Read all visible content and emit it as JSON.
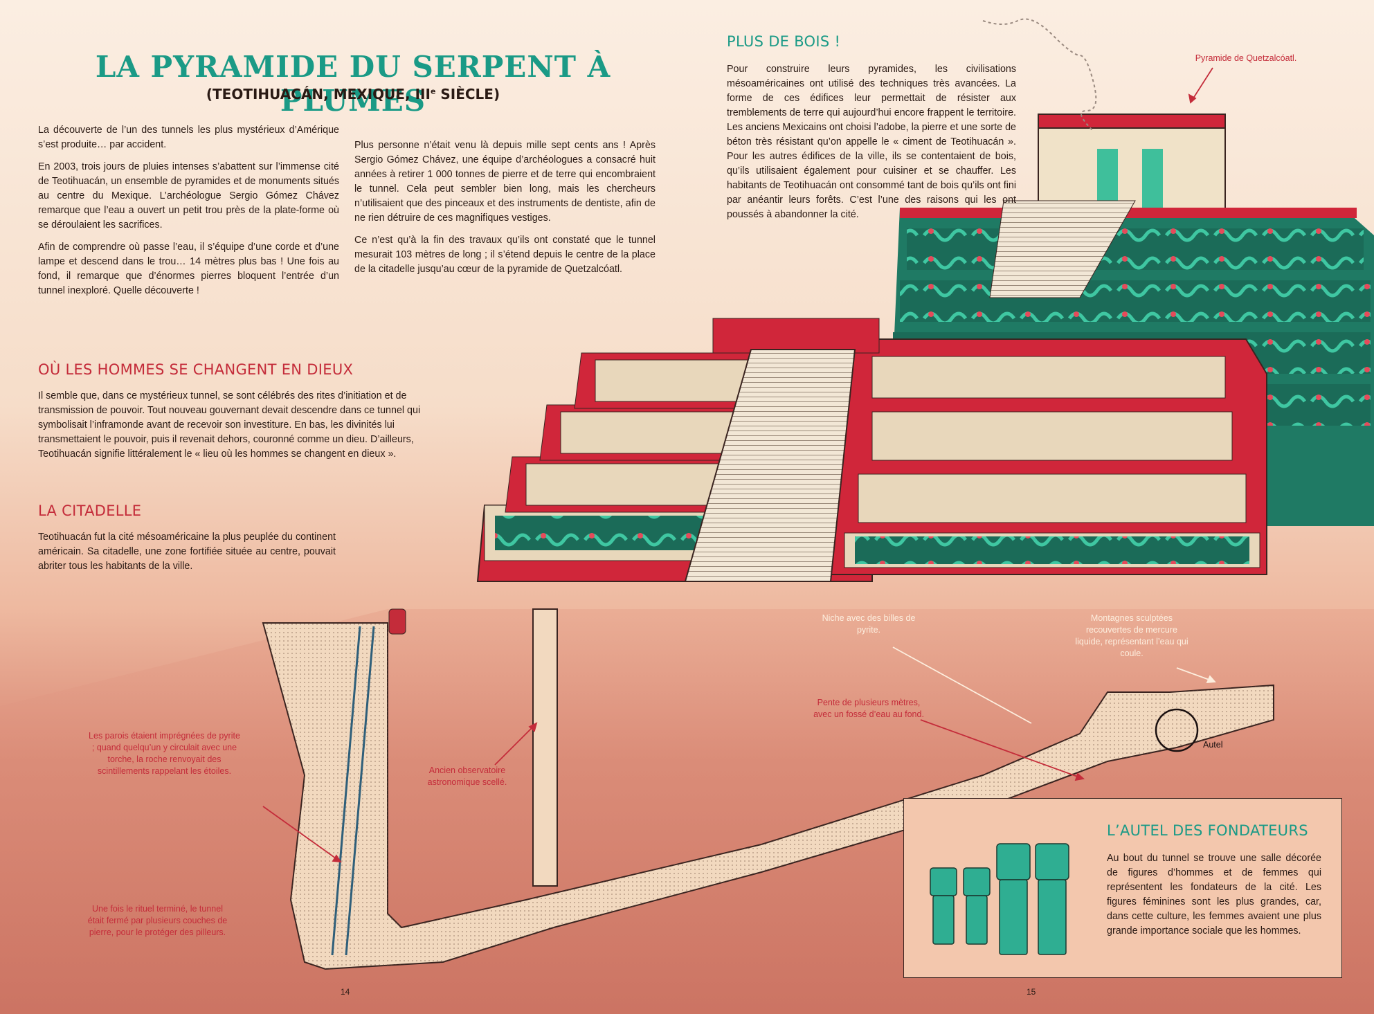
{
  "header": {
    "title": "LA PYRAMIDE DU SERPENT À PLUMES",
    "subtitle_main": "(TEOTIHUACÁN, MEXIQUE, III",
    "subtitle_sup": "e",
    "subtitle_end": " SIÈCLE)"
  },
  "intro_col1": [
    "La découverte de l’un des tunnels les plus mystérieux d’Amérique s’est produite… par accident.",
    "En 2003, trois jours de pluies intenses s’abattent sur l’immense cité de Teotihuacán, un ensemble de pyramides et de monuments situés au centre du Mexique. L’archéologue Sergio Gómez Chávez remarque que l’eau a ouvert un petit trou près de la plate-forme où se déroulaient les sacrifices.",
    "Afin de comprendre où passe l’eau, il s’équipe d’une corde et d’une lampe et descend dans le trou… 14 mètres plus bas ! Une fois au fond, il remarque que d’énormes pierres bloquent l’entrée d’un tunnel inexploré. Quelle découverte !"
  ],
  "intro_col2": [
    "Plus personne n’était venu là depuis mille sept cents ans ! Après Sergio Gómez Chávez, une équipe d’archéologues a consacré huit années à retirer 1 000 tonnes de pierre et de terre qui encombraient le tunnel. Cela peut sembler bien long, mais les chercheurs n’utilisaient que des pinceaux et des instruments de dentiste, afin de ne rien détruire de ces magnifiques vestiges.",
    "Ce n’est qu’à la fin des travaux qu’ils ont constaté que le tunnel mesurait 103 mètres de long ; il s’étend depuis le centre de la place de la citadelle jusqu’au cœur de la pyramide de Quetzalcóatl."
  ],
  "sections": {
    "dieux": {
      "heading": "OÙ LES HOMMES SE CHANGENT EN DIEUX",
      "text": "Il semble que, dans ce mystérieux tunnel, se sont célébrés des rites d’initiation et de transmission de pouvoir. Tout nouveau gouvernant devait descendre dans ce tunnel qui symbolisait l’inframonde avant de recevoir son investiture. En bas, les divinités lui transmettaient le pouvoir, puis il revenait dehors, couronné comme un dieu. D’ailleurs, Teotihuacán signifie littéralement le « lieu où les hommes se changent en dieux »."
    },
    "citadelle": {
      "heading": "LA CITADELLE",
      "text": "Teotihuacán fut la cité mésoaméricaine la plus peuplée du continent américain. Sa citadelle, une zone fortifiée située au centre, pouvait abriter tous les habitants de la ville."
    },
    "bois": {
      "heading": "PLUS DE BOIS !",
      "text": "Pour construire leurs pyramides, les civilisations mésoaméricaines ont utilisé des techniques très avancées. La forme de ces édifices leur permettait de résister aux tremblements de terre qui aujourd’hui encore frappent le territoire. Les anciens Mexicains ont choisi l’adobe, la pierre et une sorte de béton très résistant qu’on appelle le « ciment de Teotihuacán ». Pour les autres édifices de la ville, ils se contentaient de bois, qu’ils utilisaient également pour cuisiner et se chauffer. Les habitants de Teotihuacán ont consommé tant de bois qu’ils ont fini par anéantir leurs forêts. C’est l’une des raisons qui les ont poussés à abandonner la cité."
    },
    "autel": {
      "heading": "L’AUTEL DES FONDATEURS",
      "text": "Au bout du tunnel se trouve une salle décorée de figures d’hommes et de femmes qui représentent les fondateurs de la cité. Les figures féminines sont les plus grandes, car, dans cette culture, les femmes avaient une plus grande importance sociale que les hommes."
    }
  },
  "captions": {
    "pyramide": "Pyramide de Quetzalcóatl.",
    "parois": "Les parois étaient imprégnées de pyrite ; quand quelqu’un y circulait avec une torche, la roche renvoyait des scintillements rappelant les étoiles.",
    "rituel": "Une fois le rituel terminé, le tunnel était fermé par plusieurs couches de pierre, pour le protéger des pilleurs.",
    "observatoire": "Ancien observatoire astronomique scellé.",
    "niche": "Niche avec des billes de pyrite.",
    "pente": "Pente de plusieurs mètres, avec un fossé d’eau au fond.",
    "montagnes": "Montagnes sculptées recouvertes de mercure liquide, représentant l’eau qui coule.",
    "autel": "Autel"
  },
  "page_numbers": {
    "left": "14",
    "right": "15"
  },
  "colors": {
    "teal": "#1a9a86",
    "red": "#c42c3a",
    "pyramid_red": "#d0263a",
    "stone": "#f0e2c8"
  }
}
